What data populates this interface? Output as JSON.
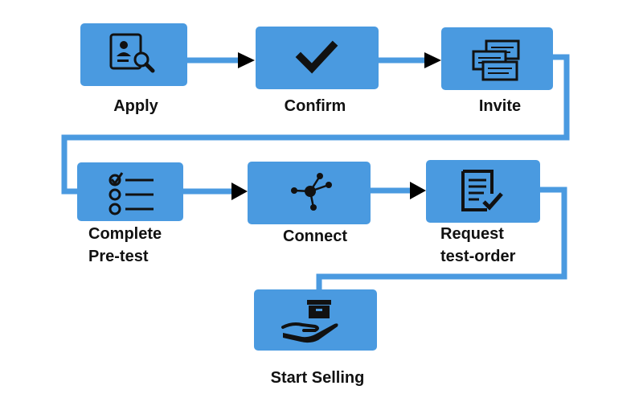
{
  "colors": {
    "box": "#4A9AE0",
    "connector": "#4A9AE0",
    "icon": "#111111",
    "label": "#111111"
  },
  "steps": [
    {
      "label": "Apply",
      "icon": "id-card-magnifier-icon"
    },
    {
      "label": "Confirm",
      "icon": "checkmark-icon"
    },
    {
      "label": "Invite",
      "icon": "stacked-invitations-icon"
    },
    {
      "label": "Complete",
      "label2": "Pre-test",
      "icon": "checklist-icon"
    },
    {
      "label": "Connect",
      "icon": "network-hub-icon"
    },
    {
      "label": "Request",
      "label2": "test-order",
      "icon": "document-check-icon"
    },
    {
      "label": "Start Selling",
      "icon": "hand-holding-box-icon"
    }
  ]
}
